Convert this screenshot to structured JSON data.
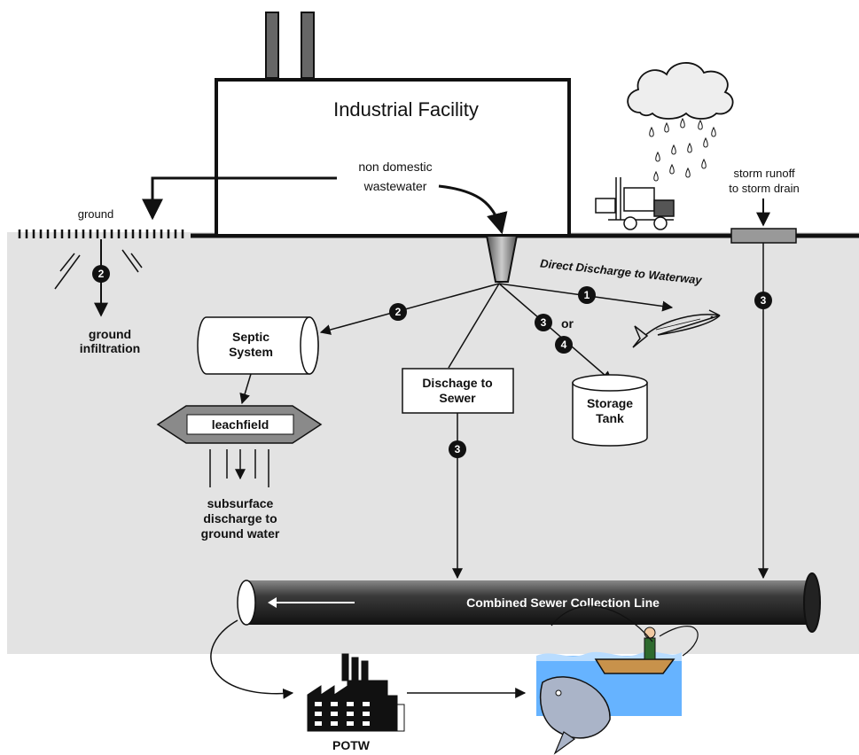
{
  "labels": {
    "facility": "Industrial Facility",
    "wastewater_line1": "non domestic",
    "wastewater_line2": "wastewater",
    "ground": "ground",
    "ground_infiltration_1": "ground",
    "ground_infiltration_2": "infiltration",
    "septic_1": "Septic",
    "septic_2": "System",
    "leachfield": "leachfield",
    "subsurface_1": "subsurface",
    "subsurface_2": "discharge to",
    "subsurface_3": "ground water",
    "sewer_1": "Dischage to",
    "sewer_2": "Sewer",
    "storage_1": "Storage",
    "storage_2": "Tank",
    "or": "or",
    "direct_discharge": "Direct Discharge to Waterway",
    "storm_1": "storm runoff",
    "storm_2": "to storm drain",
    "collection_line": "Combined Sewer Collection Line",
    "potw": "POTW"
  },
  "markers": {
    "ground_infiltration": "2",
    "septic": "2",
    "waterway": "1",
    "storage_a": "3",
    "storage_b": "4",
    "sewer": "3",
    "storm": "3"
  },
  "colors": {
    "ground": "#e3e3e3",
    "pipe": "#333333",
    "water": "#66b3ff",
    "ink": "#111111"
  },
  "icons": {
    "cloud": "rain-cloud-icon",
    "forklift": "forklift-icon",
    "fish": "fish-icon",
    "potw": "treatment-plant-icon",
    "fishing": "fishing-boat-icon"
  }
}
